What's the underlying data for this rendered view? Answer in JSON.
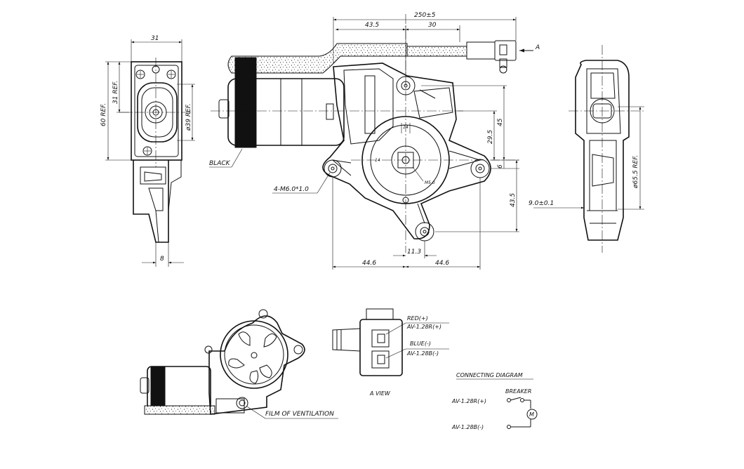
{
  "labels": {
    "black": "BLACK",
    "thread": "4-M6.0*1.0",
    "m5": "M5.0",
    "view_a_arrow": "A",
    "film": "FILM OF VENTILATION",
    "a_view": "A VIEW",
    "red": "RED(+)",
    "red_wire": "AV-1.28R(+)",
    "blue": "BLUE(-)",
    "blue_wire": "AV-1.28B(-)",
    "connecting_diagram": "CONNECTING DIAGRAM",
    "breaker": "BREAKER",
    "diag_pos": "AV-1.28R(+)",
    "diag_neg": "AV-1.28B(-)",
    "motor": "M"
  },
  "dims": {
    "d31_top": "31",
    "d31_ref": "31 REF.",
    "d60_ref": "60 REF.",
    "d39_ref": "ø39 REF.",
    "d8": "8",
    "d250": "250±5",
    "d43_5_top": "43.5",
    "d30": "30",
    "d45": "45",
    "d29_5": "29.5",
    "d6": "6",
    "d43_5_right": "43.5",
    "d14_a": "14",
    "d14_b": "14",
    "d11_3": "11.3",
    "d44_6_left": "44.6",
    "d44_6_right": "44.6",
    "d9": "9.0±0.1",
    "d65_5": "ø65.5 REF."
  },
  "colors": {
    "line": "#111111",
    "background": "#ffffff"
  }
}
